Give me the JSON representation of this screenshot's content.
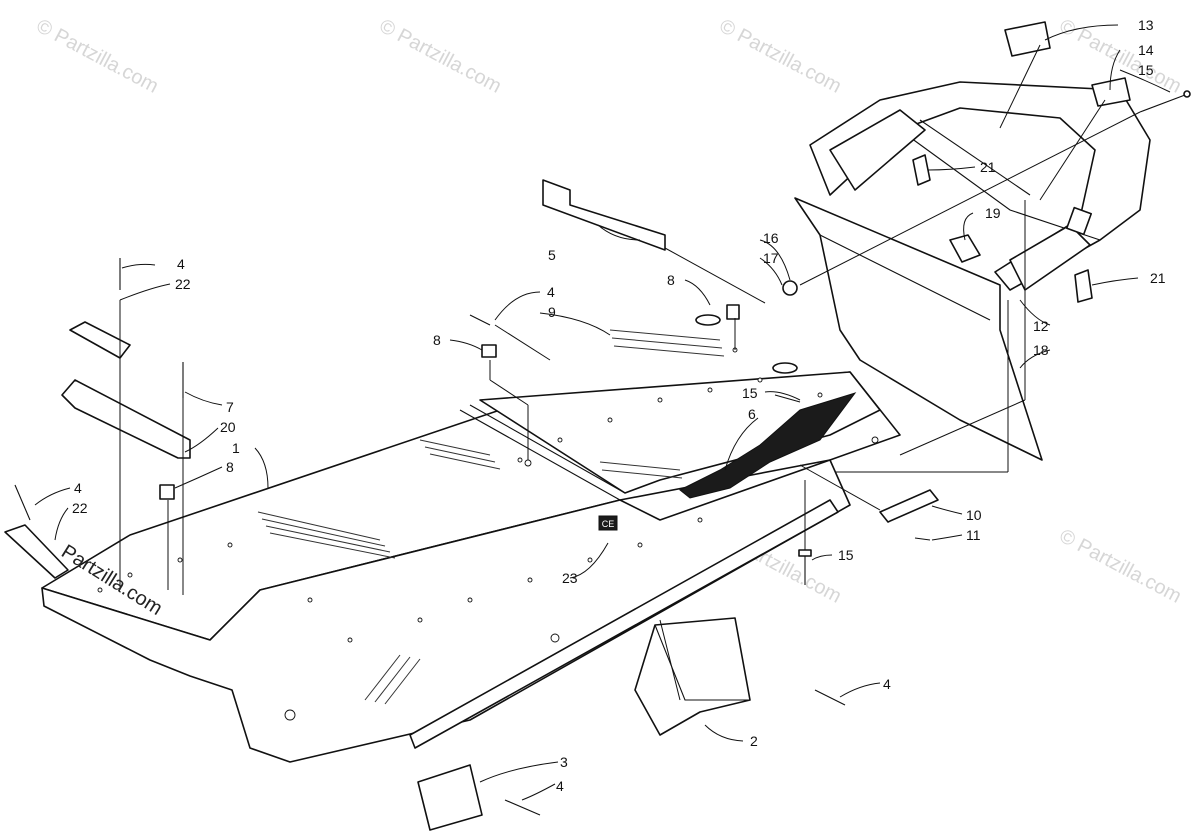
{
  "watermark": {
    "text": "© Partzilla.com",
    "brand": "Partzilla.com"
  },
  "callouts": [
    "1",
    "2",
    "3",
    "4",
    "5",
    "6",
    "7",
    "8",
    "9",
    "10",
    "11",
    "12",
    "13",
    "14",
    "15",
    "16",
    "17",
    "18",
    "19",
    "20",
    "21",
    "22",
    "23"
  ],
  "ce_mark": "CE"
}
